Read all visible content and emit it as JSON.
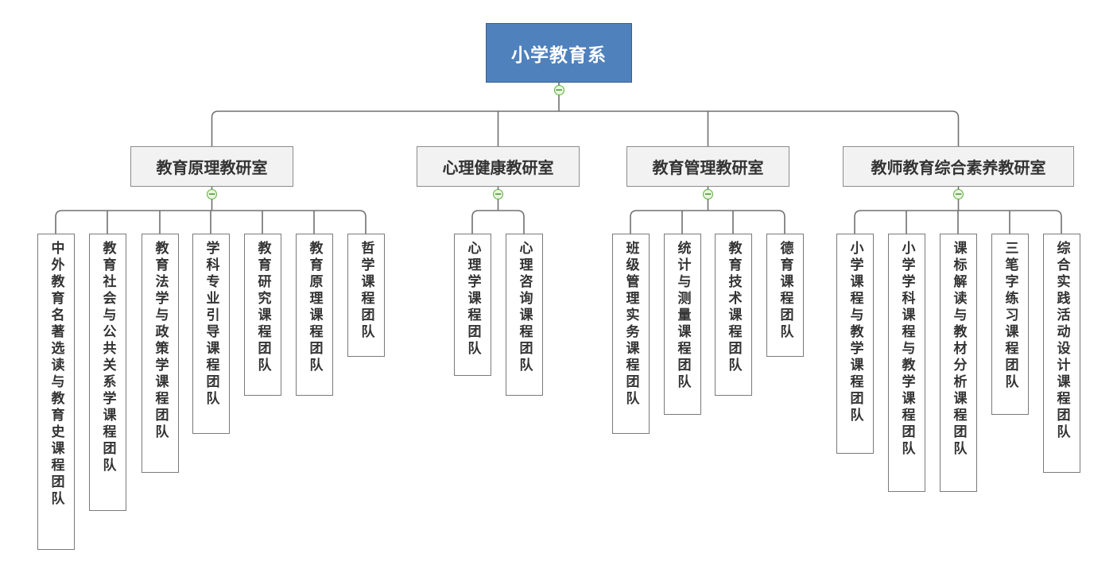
{
  "root": {
    "label": "小学教育系"
  },
  "collapse_icon": "minus-circle-icon",
  "colors": {
    "root_fill": "#4f81bd",
    "branch_fill": "#f2f2f2",
    "leaf_fill": "#ffffff",
    "connector": "#707070",
    "collapse_green": "#5fae3e"
  },
  "branches": [
    {
      "label": "教育原理教研室",
      "teams": [
        "中外教育名著选读与教育史课程团队",
        "教育社会与公共关系学课程团队",
        "教育法学与政策学课程团队",
        "学科专业引导课程团队",
        "教育研究课程团队",
        "教育原理课程团队",
        "哲学课程团队"
      ]
    },
    {
      "label": "心理健康教研室",
      "teams": [
        "心理学课程团队",
        "心理咨询课程团队"
      ]
    },
    {
      "label": "教育管理教研室",
      "teams": [
        "班级管理实务课程团队",
        "统计与测量课程团队",
        "教育技术课程团队",
        "德育课程团队"
      ]
    },
    {
      "label": "教师教育综合素养教研室",
      "teams": [
        "小学课程与教学课程团队",
        "小学学科课程与教学课程团队",
        "课标解读与教材分析课程团队",
        "三笔字练习课程团队",
        "综合实践活动设计课程团队"
      ]
    }
  ]
}
